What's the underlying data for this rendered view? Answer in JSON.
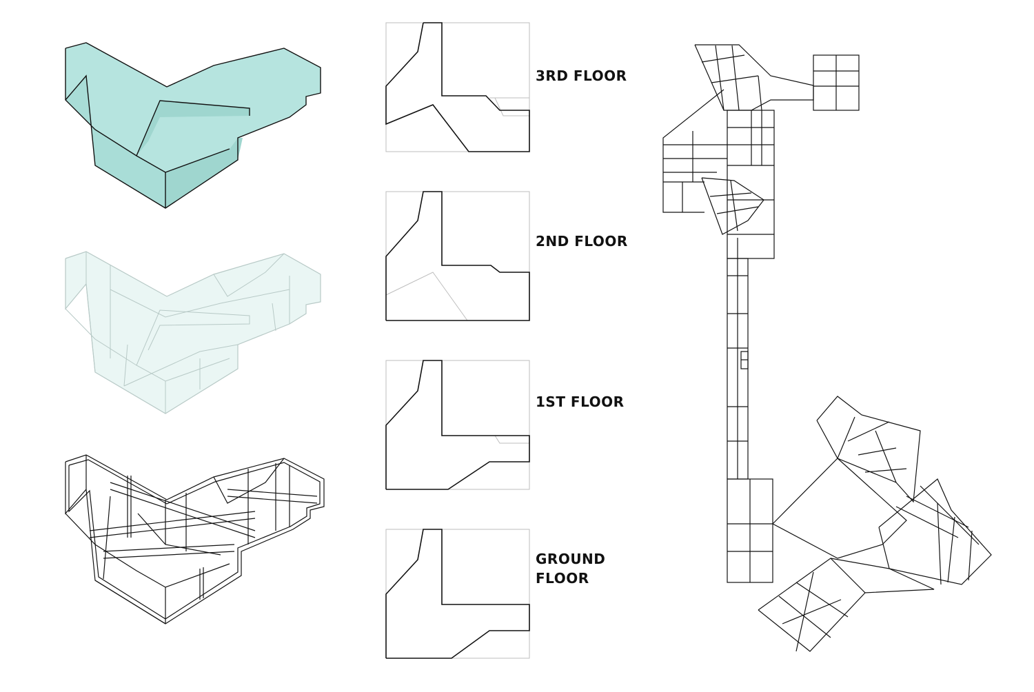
{
  "floors": [
    {
      "id": "third",
      "lines": [
        "3RD FLOOR"
      ]
    },
    {
      "id": "second",
      "lines": [
        "2ND FLOOR"
      ]
    },
    {
      "id": "first",
      "lines": [
        "1ST FLOOR"
      ]
    },
    {
      "id": "ground",
      "lines": [
        "GROUND",
        "FLOOR"
      ]
    }
  ],
  "colors": {
    "solid_front": "#a9ddd7",
    "solid_top": "#b6e4df",
    "solid_side": "#9fd6cf",
    "solid_edge": "#111111",
    "glass_fill": "#eaf6f4",
    "glass_line": "#b7c9c6",
    "plan_line": "#111111",
    "plan_ghost": "#bdbdbd"
  }
}
